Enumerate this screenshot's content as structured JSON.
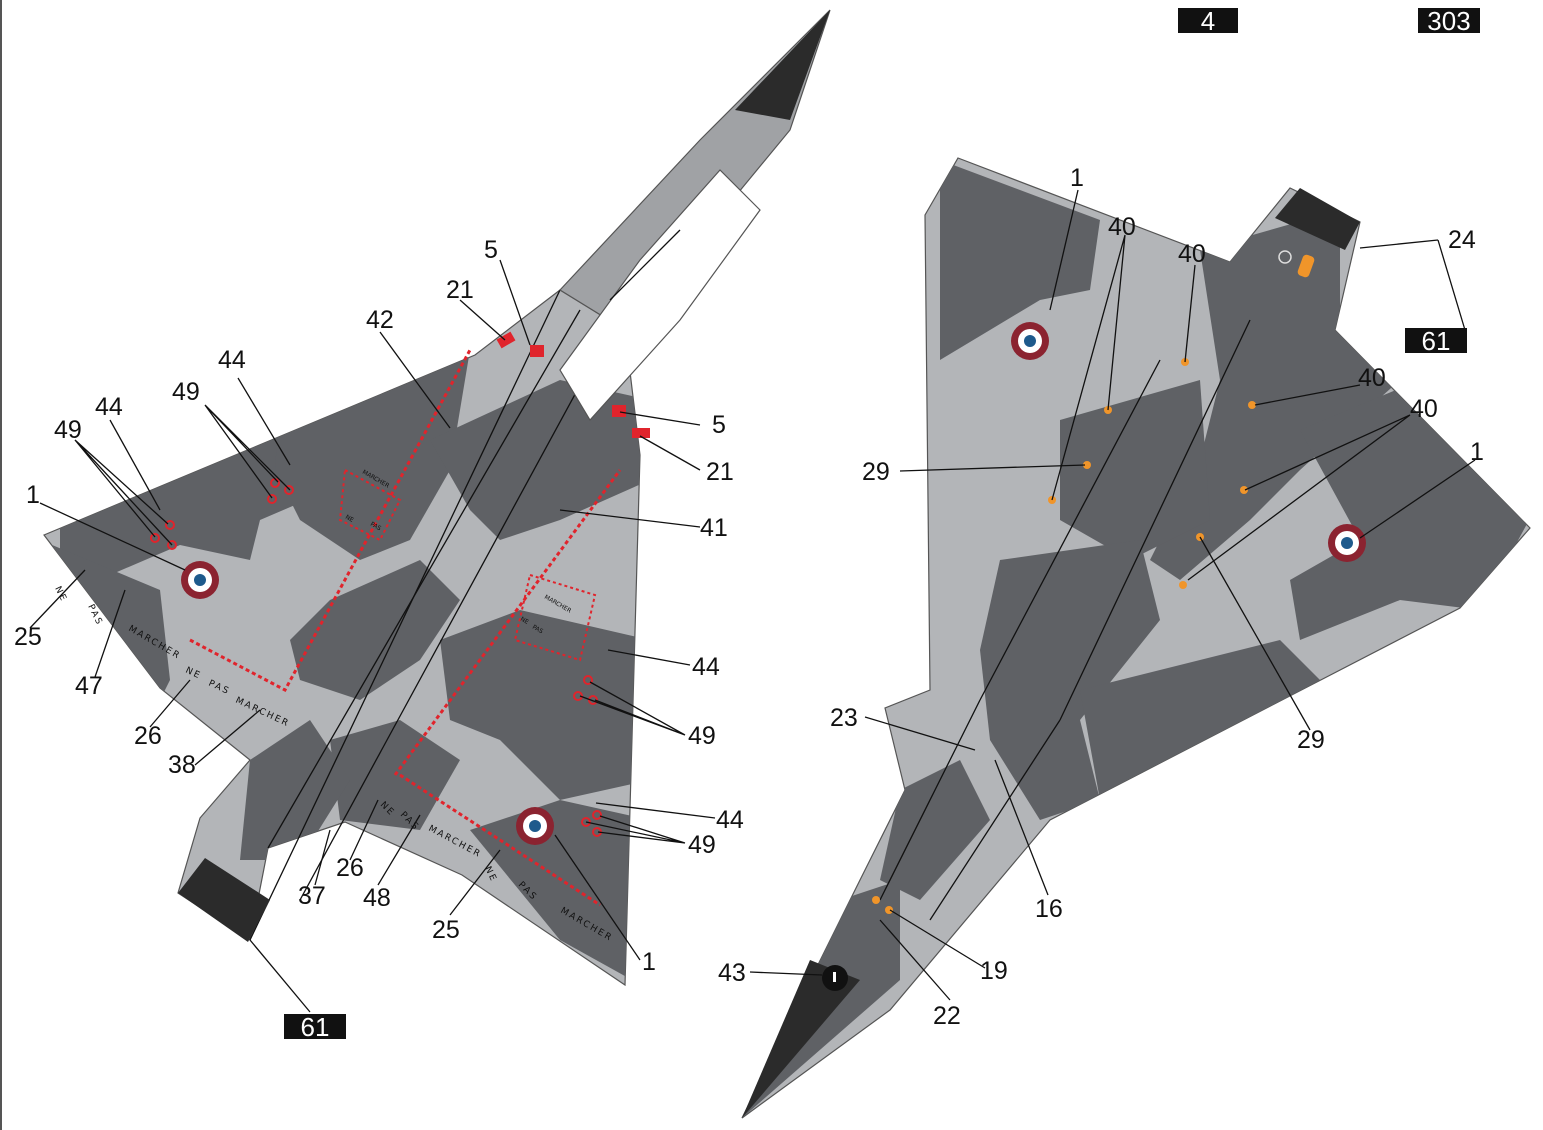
{
  "plates": {
    "top_left": "4",
    "top_right": "303",
    "right_view": "61",
    "left_view": "61"
  },
  "stencils": {
    "ne": "NE",
    "pas": "PAS",
    "marcher": "MARCHER"
  },
  "colors": {
    "light_grey": "#b3b5b8",
    "dark_grey": "#5f6165",
    "fuselage_grey": "#a0a2a5",
    "exhaust": "#2b2b2b",
    "roundel_red": "#8b2330",
    "roundel_blue": "#1e5a8c",
    "marking_red": "#e0242c",
    "marking_orange": "#f0952a"
  },
  "upper_view": {
    "callouts": [
      "1",
      "5",
      "21",
      "42",
      "44",
      "49",
      "44",
      "49",
      "1",
      "25",
      "47",
      "26",
      "38",
      "5",
      "21",
      "41",
      "44",
      "49",
      "44",
      "49",
      "37",
      "26",
      "48",
      "25",
      "1"
    ]
  },
  "lower_view": {
    "callouts": [
      "1",
      "40",
      "40",
      "24",
      "40",
      "40",
      "1",
      "29",
      "23",
      "29",
      "16",
      "19",
      "43",
      "22"
    ]
  }
}
